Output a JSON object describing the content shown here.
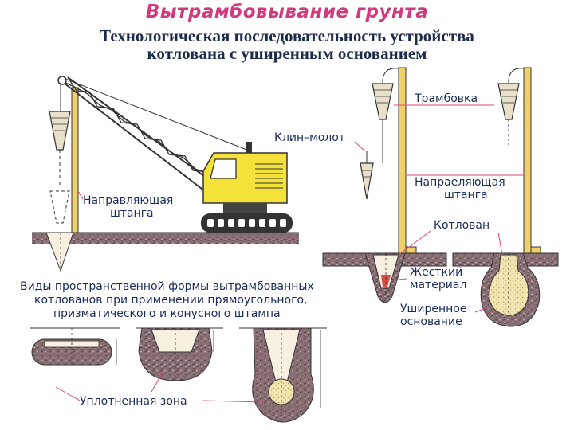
{
  "header": {
    "title": "Вытрамбовывание грунта",
    "subtitle_line1": "Технологическая последовательность устройства",
    "subtitle_line2": "котлована с уширенным основанием"
  },
  "labels": {
    "guide_rod_left_1": "Направляющая",
    "guide_rod_left_2": "штанга",
    "wedge_hammer": "Клин–молот",
    "tamper": "Трамбовка",
    "guide_rod_right_1": "Напраеляющая",
    "guide_rod_right_2": "штанга",
    "pit": "Котлован",
    "rigid_material_1": "Жесткий",
    "rigid_material_2": "материал",
    "widened_base_1": "Уширенное",
    "widened_base_2": "основание",
    "forms_1": "Виды пространственной формы вытрамбованных",
    "forms_2": "котлованов при применении прямоугольного,",
    "forms_3": "призматического и конусного штампа",
    "compacted_zone": "Уплотненная зона"
  },
  "colors": {
    "title_pink": "#d03a7e",
    "title_navy": "#1c2a4a",
    "label_text": "#1a2b5a",
    "leader_line": "#e0457a",
    "rod_yellow": "#efd06a",
    "crane_yellow": "#f4e23a",
    "soil_purple": "#8a6f74",
    "soil_dark": "#5e4a50",
    "rigid_material": "#d84a4a",
    "sand_fill": "#f2e4b0"
  }
}
